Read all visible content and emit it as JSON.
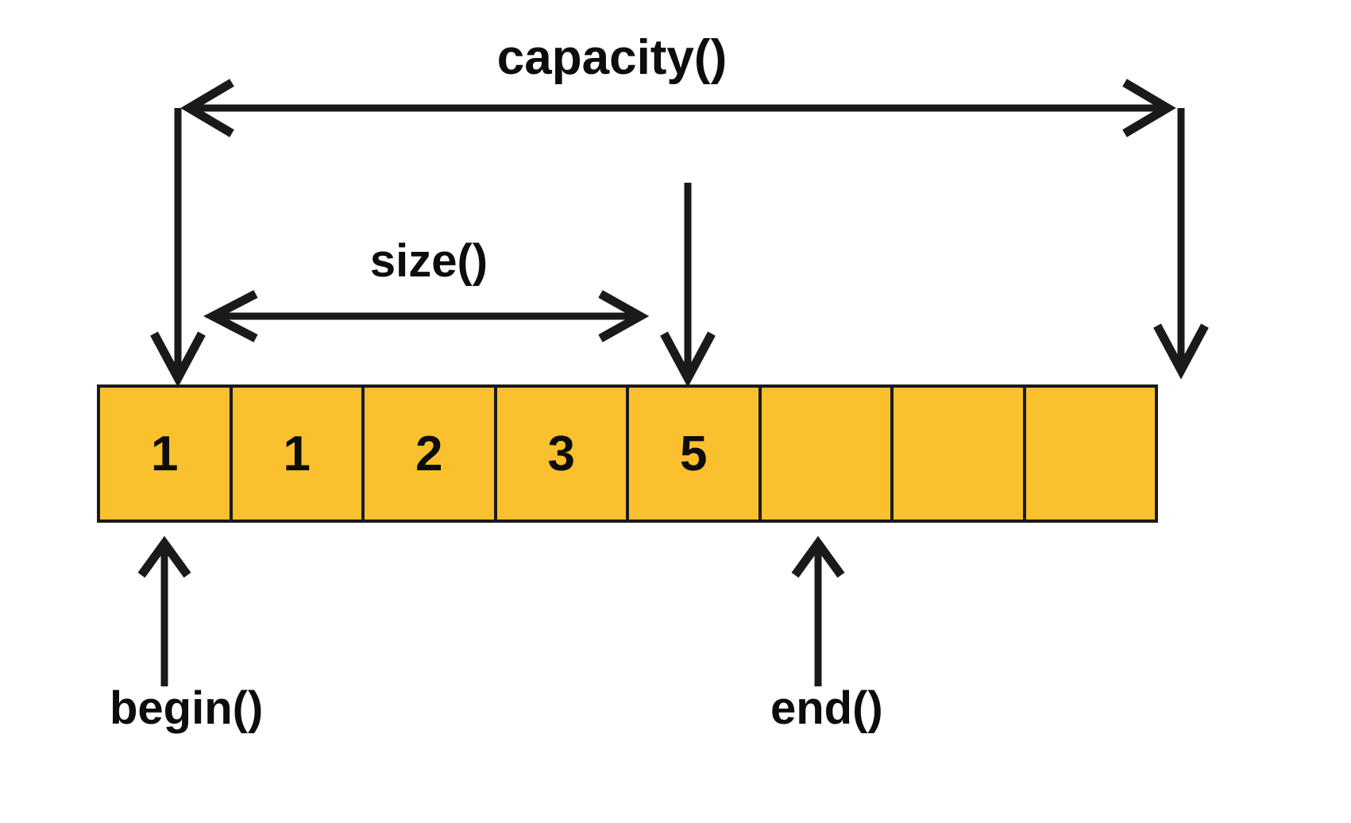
{
  "diagram": {
    "title_semantics": "cpp-vector-memory-layout",
    "background_color": "#ffffff",
    "cell_fill_color": "#fbc02d",
    "line_color": "#1a1a1a",
    "text_color": "#0d0d0d"
  },
  "labels": {
    "capacity": "capacity()",
    "size": "size()",
    "begin": "begin()",
    "end": "end()"
  },
  "array": {
    "cell_count": 8,
    "cells": [
      {
        "value": "1",
        "filled": true
      },
      {
        "value": "1",
        "filled": true
      },
      {
        "value": "2",
        "filled": true
      },
      {
        "value": "3",
        "filled": true
      },
      {
        "value": "5",
        "filled": true
      },
      {
        "value": "",
        "filled": false
      },
      {
        "value": "",
        "filled": false
      },
      {
        "value": "",
        "filled": false
      }
    ]
  },
  "annotations": {
    "capacity_span_cells": 8,
    "size_span_cells": 5
  }
}
